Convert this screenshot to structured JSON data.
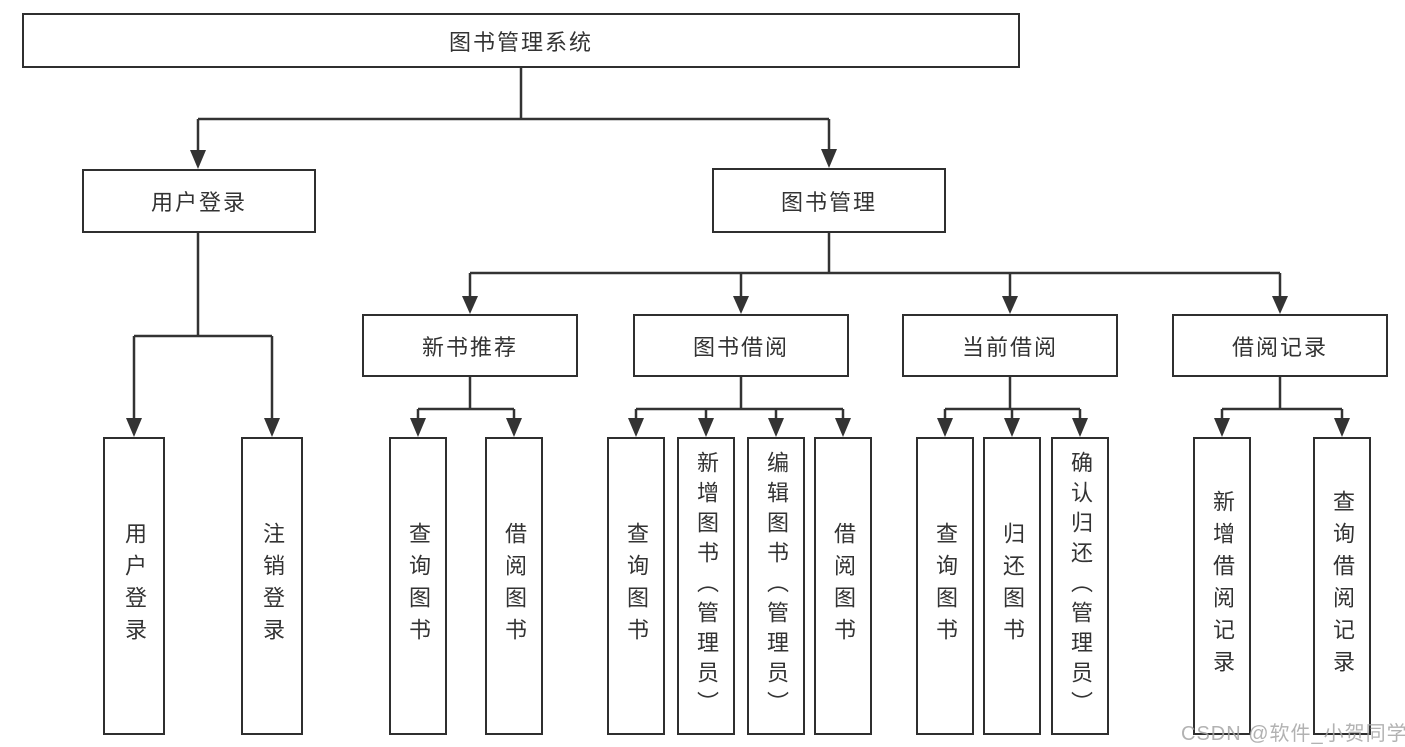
{
  "diagram_title": "图书管理系统",
  "colors": {
    "line": "#333333",
    "box_border": "#2f2f2f",
    "text": "#333333",
    "background": "#ffffff",
    "watermark": "#a4a4a4"
  },
  "nodes": {
    "root": "图书管理系统",
    "user_login": "用户登录",
    "book_management": "图书管理",
    "new_book_recommend": "新书推荐",
    "book_borrow": "图书借阅",
    "current_borrow": "当前借阅",
    "borrow_records": "借阅记录",
    "leaf_user_login": "用户登录",
    "leaf_logout": "注销登录",
    "leaf_query_book_rec": "查询图书",
    "leaf_borrow_book_rec": "借阅图书",
    "leaf_query_book_borrow": "查询图书",
    "leaf_add_book_admin": "新增图书（管理员）",
    "leaf_edit_book_admin": "编辑图书（管理员）",
    "leaf_borrow_book_borrow": "借阅图书",
    "leaf_query_book_current": "查询图书",
    "leaf_return_book": "归还图书",
    "leaf_confirm_return_admin": "确认归还（管理员）",
    "leaf_add_borrow_record": "新增借阅记录",
    "leaf_query_borrow_record": "查询借阅记录"
  },
  "watermark": "CSDN @软件_小贺同学"
}
